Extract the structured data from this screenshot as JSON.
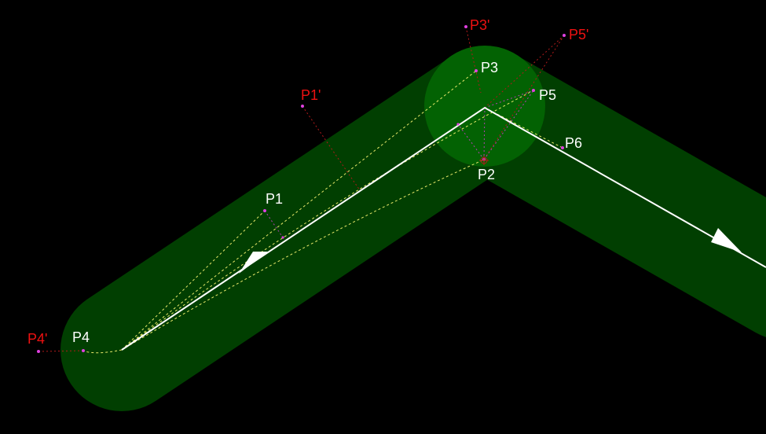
{
  "colors": {
    "background": "#000000",
    "corridor": "#013f01",
    "turn_circle": "#036203",
    "path": "#ffffff",
    "guide_yellow": "#e8e86a",
    "guide_red": "#b01a1a",
    "guide_magenta": "#b040b0",
    "point_magenta": "#e040e0",
    "label_primary": "#ffffff",
    "label_reflected": "#ee1111"
  },
  "labels": {
    "p1": "P1",
    "p2": "P2",
    "p3": "P3",
    "p4": "P4",
    "p5": "P5",
    "p6": "P6",
    "p1_reflected": "P1'",
    "p3_reflected": "P3'",
    "p4_reflected": "P4'",
    "p5_reflected": "P5'"
  }
}
